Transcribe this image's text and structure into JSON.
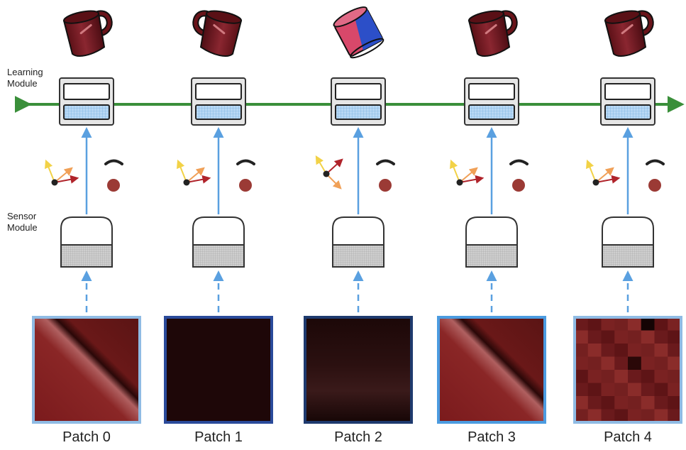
{
  "labels": {
    "learning_module": [
      "Learning",
      "Module"
    ],
    "sensor_module": [
      "Sensor",
      "Module"
    ]
  },
  "columns": [
    {
      "patch_label": "Patch 0",
      "mug_view": "mug-handle-right",
      "patch_texture": "edge",
      "patch_border": "#8fbbe4"
    },
    {
      "patch_label": "Patch 1",
      "mug_view": "mug-handle-left",
      "patch_texture": "dark",
      "patch_border": "#2a4a9a"
    },
    {
      "patch_label": "Patch 2",
      "mug_view": "mug-highlighted",
      "patch_texture": "dark-band",
      "patch_border": "#1e3a6e"
    },
    {
      "patch_label": "Patch 3",
      "mug_view": "mug-handle-right",
      "patch_texture": "edge",
      "patch_border": "#4b9be0"
    },
    {
      "patch_label": "Patch 4",
      "mug_view": "mug-handle-right",
      "patch_texture": "pixelated",
      "patch_border": "#8fbbe4"
    }
  ],
  "colors": {
    "vote_arrow": "#3a8f3a",
    "signal_arrow": "#5aa0e0",
    "mug_body": "#7a1c22",
    "mug_highlight_red": "#d8486a",
    "mug_highlight_blue": "#2c4fc8",
    "lm_memory": "#b8d8f4",
    "sm_bottom": "#c9c9c9",
    "pose_red": "#b0232a",
    "pose_orange": "#f0a057",
    "pose_yellow": "#f2d247",
    "feature_dot": "#9b3a35"
  }
}
